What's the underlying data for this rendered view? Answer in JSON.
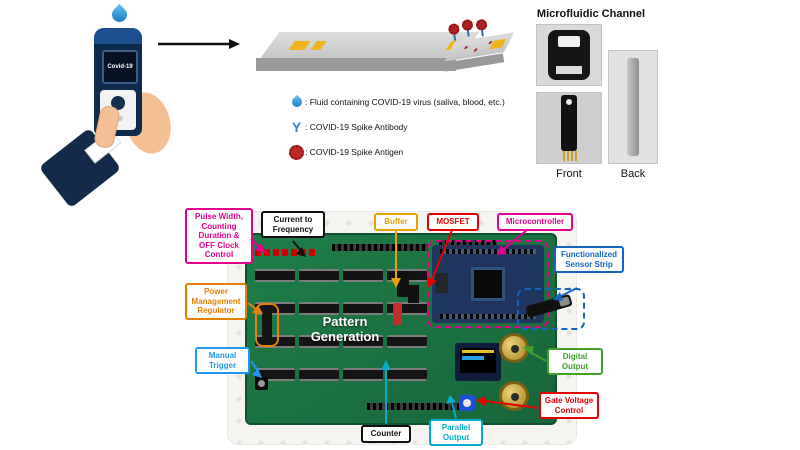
{
  "device": {
    "screen_label": "Covid-19"
  },
  "legend": {
    "items": [
      {
        "icon": "fluid-droplet-icon",
        "text": ": Fluid containing COVID-19 virus (saliva, blood, etc.)"
      },
      {
        "icon": "spike-antibody-icon",
        "glyph": "Y",
        "text": ": COVID-19 Spike Antibody"
      },
      {
        "icon": "spike-antigen-icon",
        "text": ": COVID-19 Spike Antigen"
      }
    ]
  },
  "microfluidic": {
    "title": "Microfluidic Channel",
    "front_label": "Front",
    "back_label": "Back"
  },
  "board": {
    "pattern_generation": "Pattern Generation",
    "callouts": [
      {
        "id": "pulse-width-clock-control",
        "label": "Pulse Width, Counting Duration & OFF Clock Control",
        "color": "#e5008f"
      },
      {
        "id": "current-to-frequency",
        "label": "Current to Frequency",
        "color": "#111111"
      },
      {
        "id": "buffer",
        "label": "Buffer",
        "color": "#e8a000"
      },
      {
        "id": "mosfet",
        "label": "MOSFET",
        "color": "#e60000"
      },
      {
        "id": "microcontroller",
        "label": "Microcontroller",
        "color": "#e5008f"
      },
      {
        "id": "functionalized-sensor-strip",
        "label": "Functionalized Sensor Strip",
        "color": "#1565c0"
      },
      {
        "id": "power-management-regulator",
        "label": "Power Management Regulator",
        "color": "#e87e04"
      },
      {
        "id": "manual-trigger",
        "label": "Manual Trigger",
        "color": "#2196f3"
      },
      {
        "id": "digital-output",
        "label": "Digital Output",
        "color": "#43a12a"
      },
      {
        "id": "gate-voltage-control",
        "label": "Gate Voltage Control",
        "color": "#e60000"
      },
      {
        "id": "counter",
        "label": "Counter",
        "color": "#111111"
      },
      {
        "id": "parallel-output",
        "label": "Parallel Output",
        "color": "#00aecb"
      }
    ]
  },
  "colors": {
    "board_green": "#1f7e49",
    "magenta": "#e5008f",
    "orange": "#e87e04",
    "gold": "#e8a000",
    "red": "#e60000",
    "blue": "#1565c0",
    "light_blue": "#2196f3",
    "green": "#43a12a",
    "cyan": "#00aecb",
    "pad_yellow": "#f0b41e"
  }
}
